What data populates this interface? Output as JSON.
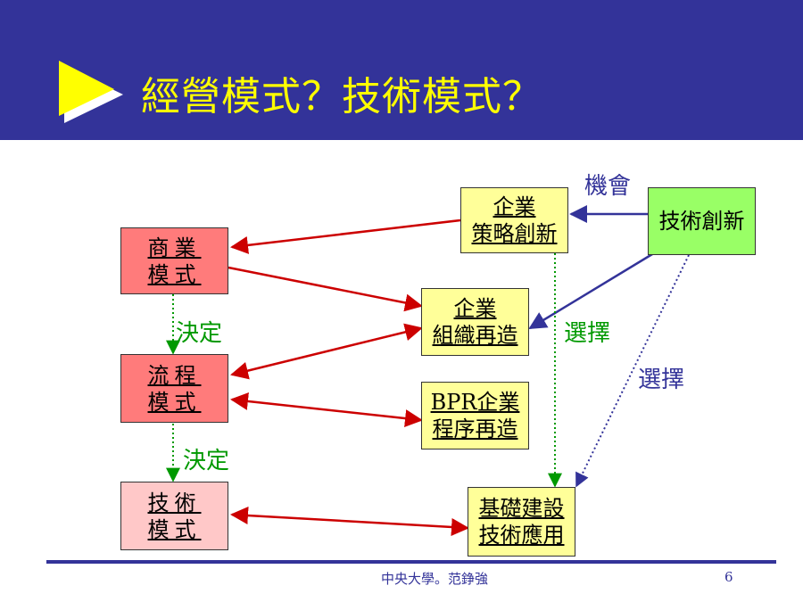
{
  "slide": {
    "title": "經營模式？技術模式？",
    "footer": "中央大學。范錚強",
    "page_number": "6"
  },
  "boxes": {
    "business_model": [
      "商業",
      "模式"
    ],
    "process_model": [
      "流程",
      "模式"
    ],
    "tech_model": [
      "技術",
      "模式"
    ],
    "enterprise_strategy": [
      "企業",
      "策略創新"
    ],
    "org_reengineering": [
      "企業",
      "組織再造"
    ],
    "bpr": [
      "BPR企業",
      "程序再造"
    ],
    "infrastructure": [
      "基礎建設",
      "技術應用"
    ],
    "tech_innovation": [
      "技術創新"
    ]
  },
  "labels": {
    "opportunity": "機會",
    "choose_green": "選擇",
    "choose_blue": "選擇",
    "decide_1": "決定",
    "decide_2": "決定"
  },
  "colors": {
    "header_bg": "#333399",
    "title": "#ffff00",
    "red_arrow": "#cc0000",
    "blue_arrow": "#333399",
    "green_dotted": "#009900"
  }
}
